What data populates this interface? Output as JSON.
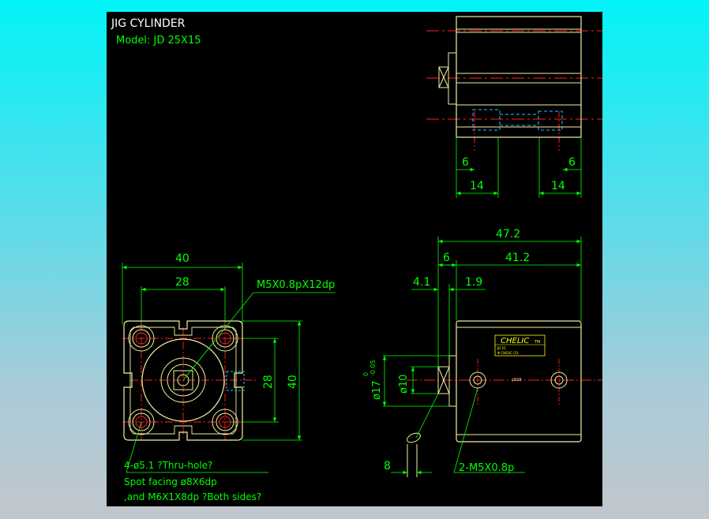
{
  "title": {
    "main": "JIG CYLINDER",
    "model": "Model:  JD 25X15"
  },
  "colors": {
    "background": "#000000",
    "outline": "#f0f0a0",
    "dimension": "#00ff00",
    "centerline": "#ff2020",
    "hidden": "#20c0ff",
    "label": "#ffff00",
    "title": "#ffffff"
  },
  "top_view": {
    "dims": {
      "left_small": "6",
      "right_small": "6",
      "left_big": "14",
      "right_big": "14"
    }
  },
  "front_view": {
    "dims": {
      "width_outer": "40",
      "width_inner": "28",
      "height_inner": "28",
      "height_outer": "40"
    },
    "callout_thread": "M5X0.8pX12dp",
    "note_line1": "4-ø5.1 ?Thru-hole?",
    "note_line2": "Spot facing  ø8X6dp",
    "note_line3": ",and M6X1X8dp ?Both sides?"
  },
  "side_view": {
    "dims": {
      "total_length": "47.2",
      "flange": "6",
      "body_length": "41.2",
      "rod_offset": "4.1",
      "gap": "1.9",
      "rod_dia": "ø10",
      "bore_dia": "ø17",
      "tol_upper": "0",
      "tol_lower": "-0.05",
      "rod_end": "8"
    },
    "callout_port": "2-M5X0.8p",
    "brand": "CHELIC",
    "brand_suffix": "TM",
    "plate_line1": "JD 25",
    "plate_line2": "Φ CHELIC CO.",
    "body_mark": "JD25"
  }
}
